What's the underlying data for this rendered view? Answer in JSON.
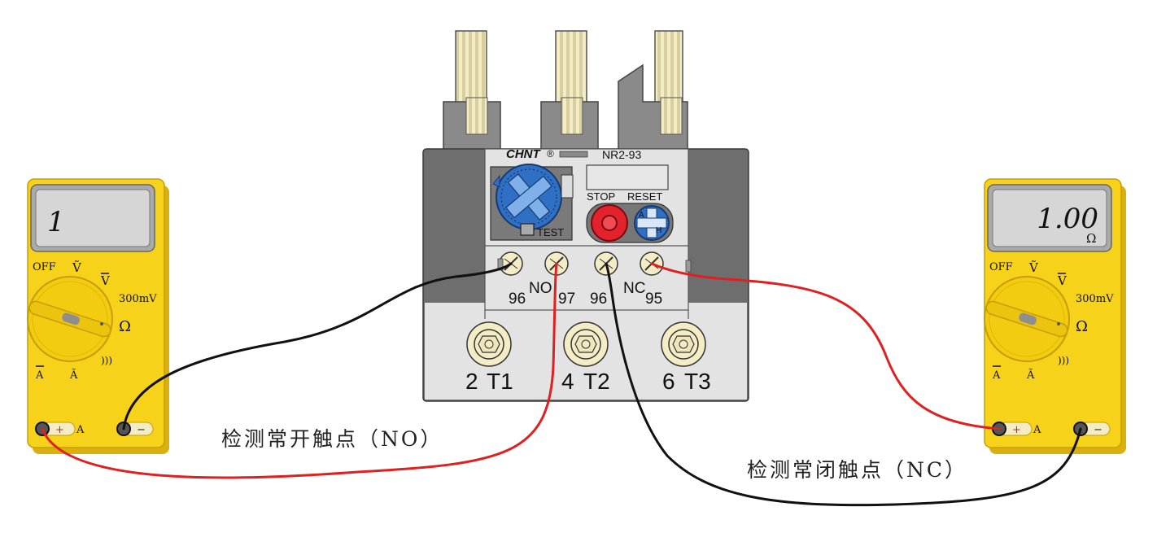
{
  "relay": {
    "brand": "CHNT",
    "brand_mark": "®",
    "model": "NR2-93",
    "stop_label": "STOP",
    "reset_label": "RESET",
    "test_label": "TEST",
    "reset_dial_letter_a": "A",
    "reset_dial_letter_h": "H",
    "aux_terminals": [
      "96",
      "97",
      "96",
      "95"
    ],
    "no_label": "NO",
    "nc_label": "NC",
    "main_terminals": [
      {
        "num": "2",
        "name": "T1"
      },
      {
        "num": "4",
        "name": "T2"
      },
      {
        "num": "6",
        "name": "T3"
      }
    ]
  },
  "meter_left": {
    "display": "1",
    "display_unit": "",
    "dial": {
      "off": "OFF",
      "v_ac": "Ṽ",
      "v_dc": "V",
      "mv": "300mV",
      "ohm": "Ω",
      "a_dc": "A",
      "a_ac": "Ã",
      "buzzer": ")))"
    },
    "plus_jack": "+",
    "plus_jack_label": "A",
    "minus_jack": "−"
  },
  "meter_right": {
    "display": "1.00",
    "display_unit": "Ω",
    "dial": {
      "off": "OFF",
      "v_ac": "Ṽ",
      "v_dc": "V",
      "mv": "300mV",
      "ohm": "Ω",
      "a_dc": "A",
      "a_ac": "Ã",
      "buzzer": ")))"
    },
    "plus_jack": "+",
    "plus_jack_label": "A",
    "minus_jack": "−"
  },
  "captions": {
    "no_test": "检测常开触点（NO）",
    "nc_test": "检测常闭触点（NC）"
  },
  "colors": {
    "meter_yellow": "#f6d21a",
    "red_probe": "#e02020",
    "black_probe": "#111111",
    "relay_gray": "#6e6e6e",
    "label_panel": "#e3e3e3",
    "dial_blue": "#2f6fc4",
    "stop_red": "#e4222b"
  }
}
